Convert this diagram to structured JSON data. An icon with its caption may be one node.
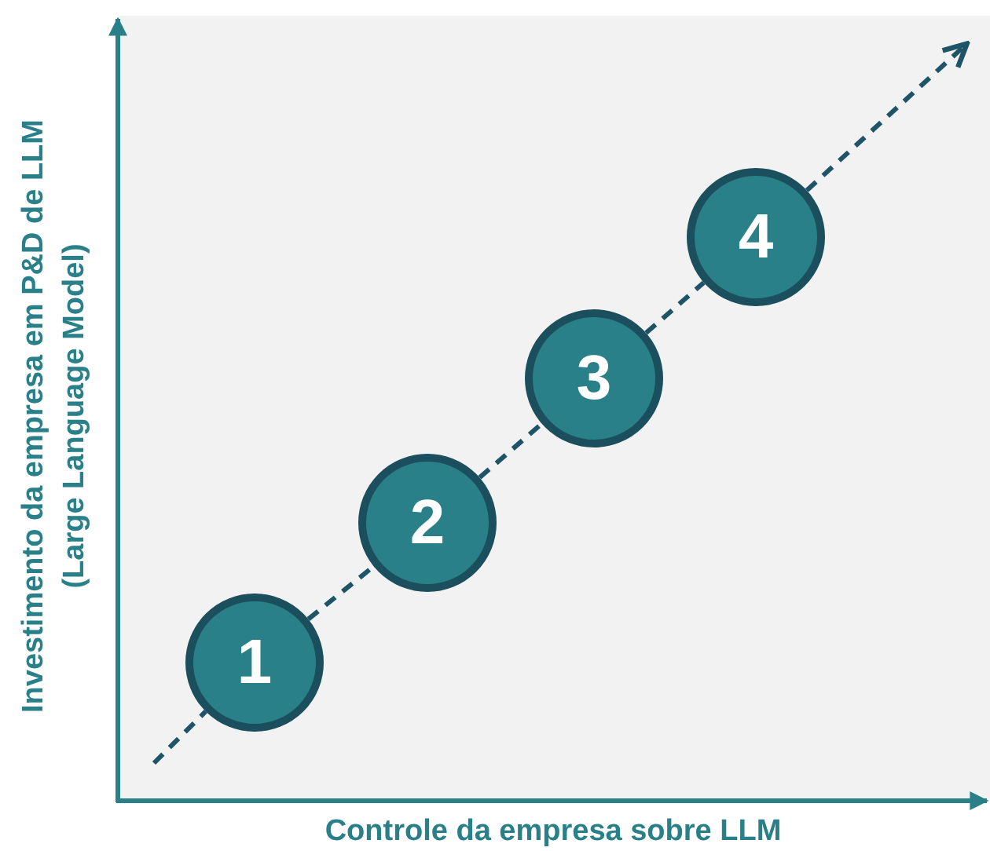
{
  "diagram": {
    "nodes": [
      {
        "text": [
          "1"
        ]
      },
      {
        "text": [
          "2"
        ]
      },
      {
        "text": [
          "3"
        ]
      },
      {
        "text": [
          "4"
        ]
      }
    ],
    "edges": [
      {
        "from": null,
        "to": 0,
        "arrow": "none",
        "style": "dashed"
      },
      {
        "from": 0,
        "to": 1,
        "arrow": "none",
        "style": "dashed"
      },
      {
        "from": 1,
        "to": 2,
        "arrow": "none",
        "style": "dashed"
      },
      {
        "from": 2,
        "to": 3,
        "arrow": "none",
        "style": "dashed"
      },
      {
        "from": 3,
        "to": null,
        "arrow": "to",
        "style": "dashed"
      }
    ],
    "labels": [
      "Investimento da empresa em P&D de LLM",
      "(Large Language Model)",
      "Controle da empresa sobre LLM"
    ]
  }
}
